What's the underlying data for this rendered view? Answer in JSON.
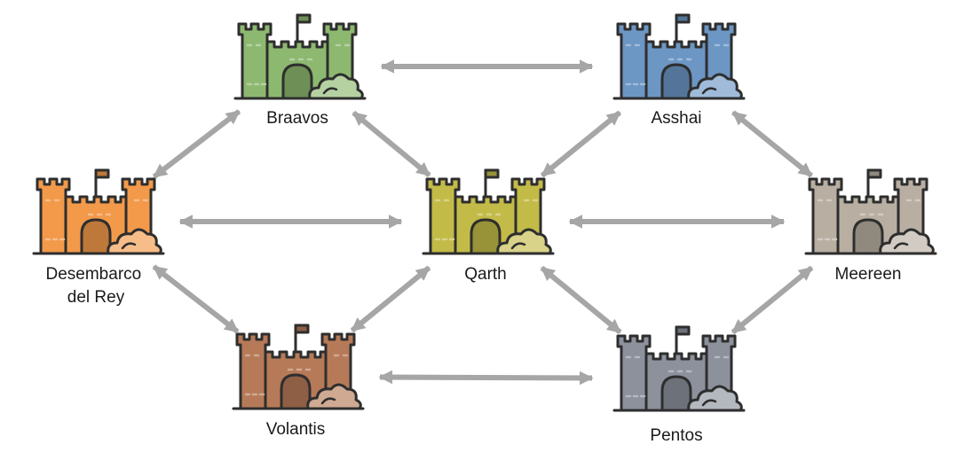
{
  "diagram": {
    "cities": [
      {
        "id": "braavos",
        "label": "Braavos",
        "color": "#8db870"
      },
      {
        "id": "asshai",
        "label": "Asshai",
        "color": "#6c96c4"
      },
      {
        "id": "desembarco",
        "label": "Desembarco del Rey",
        "label_lines": [
          "Desembarco",
          "del Rey"
        ],
        "color": "#f29a4a"
      },
      {
        "id": "qarth",
        "label": "Qarth",
        "color": "#c3bb48"
      },
      {
        "id": "meereen",
        "label": "Meereen",
        "color": "#b8afa2"
      },
      {
        "id": "volantis",
        "label": "Volantis",
        "color": "#b67a58"
      },
      {
        "id": "pentos",
        "label": "Pentos",
        "color": "#8c919c"
      }
    ],
    "connections": [
      {
        "from": "braavos",
        "to": "asshai"
      },
      {
        "from": "braavos",
        "to": "desembarco"
      },
      {
        "from": "braavos",
        "to": "qarth"
      },
      {
        "from": "asshai",
        "to": "qarth"
      },
      {
        "from": "asshai",
        "to": "meereen"
      },
      {
        "from": "desembarco",
        "to": "qarth"
      },
      {
        "from": "qarth",
        "to": "meereen"
      },
      {
        "from": "desembarco",
        "to": "volantis"
      },
      {
        "from": "qarth",
        "to": "volantis"
      },
      {
        "from": "qarth",
        "to": "pentos"
      },
      {
        "from": "meereen",
        "to": "pentos"
      },
      {
        "from": "volantis",
        "to": "pentos"
      }
    ],
    "arrow_color": "#a6a6a6",
    "outline_color": "#2e2e2e"
  }
}
